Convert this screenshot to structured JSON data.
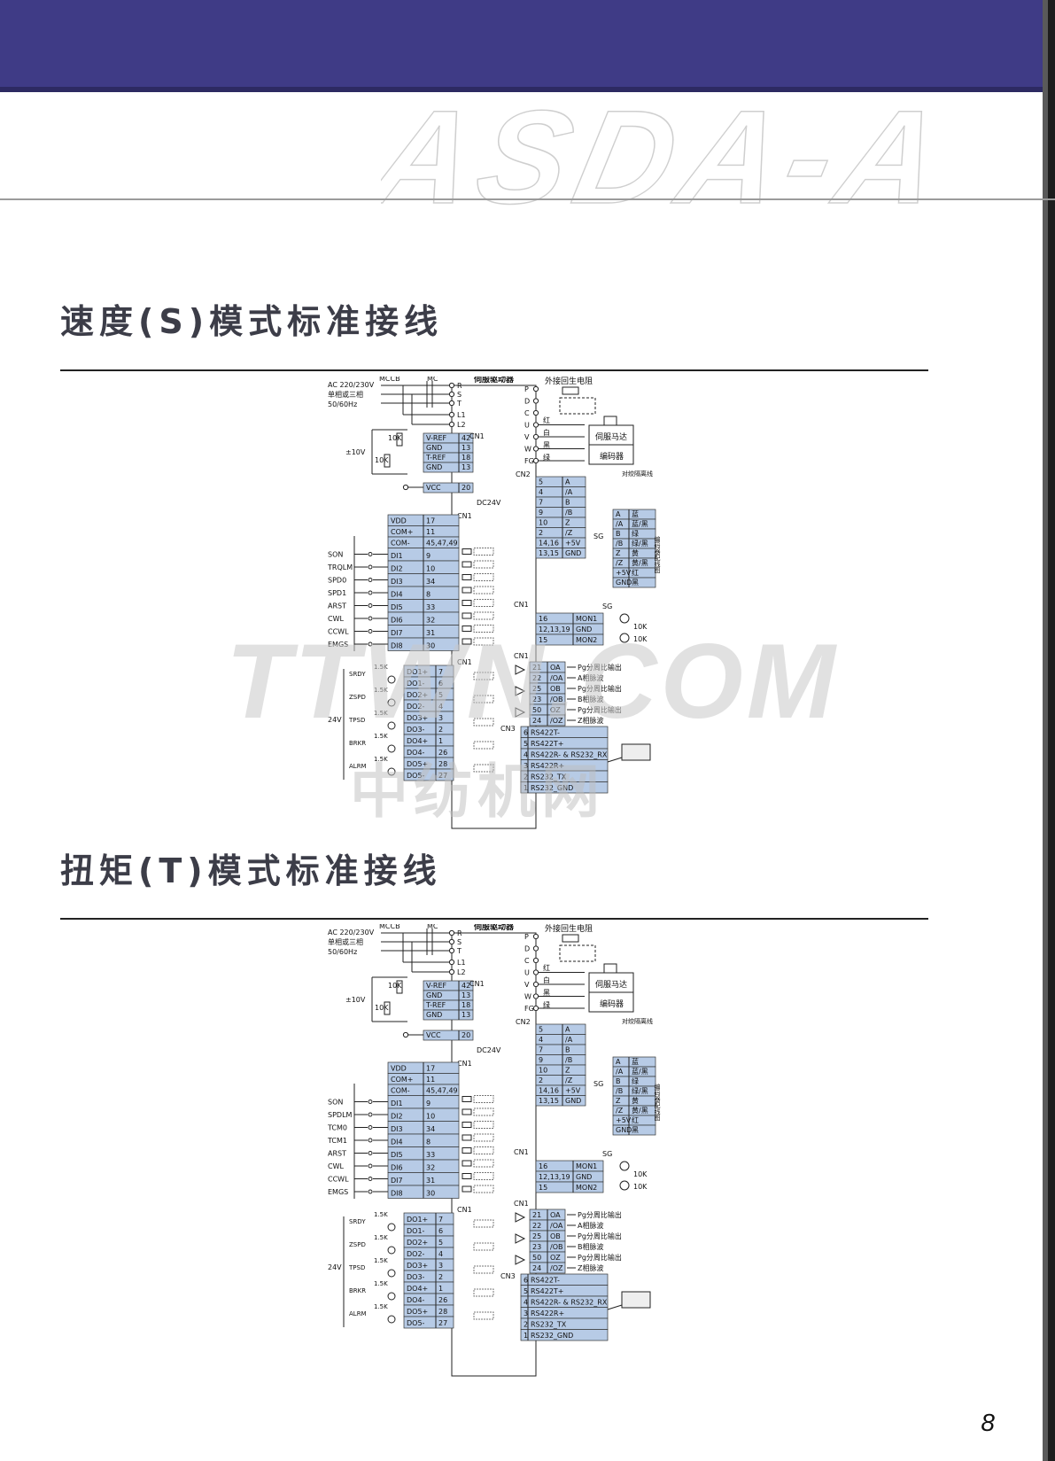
{
  "header": {
    "band_color": "#3f3b86",
    "logo_text": "ASDA-A"
  },
  "sections": [
    {
      "title": "速度(S)模式标准接线"
    },
    {
      "title": "扭矩(T)模式标准接线"
    }
  ],
  "watermark": {
    "latin": "TTWN.COM",
    "chinese": "中纺机网"
  },
  "page_number": "8",
  "diagram_common": {
    "driver_label": "伺服驱动器",
    "mccb": "MCCB",
    "mc": "MC",
    "supply": [
      "AC 220/230V",
      "单相或三相",
      "50/60Hz"
    ],
    "power_terminals": [
      "R",
      "S",
      "T",
      "L1",
      "L2"
    ],
    "regen_label": "外接回生电阻",
    "out_terminals": [
      "P",
      "D",
      "C",
      "U",
      "V",
      "W",
      "FG"
    ],
    "wire_colors": [
      "红",
      "白",
      "黑",
      "绿"
    ],
    "motor_label": "伺服马达",
    "encoder_label": "编码器",
    "twisted_label": "对绞隔离线",
    "sg_label": "SG",
    "cn1": "CN1",
    "cn2": "CN2",
    "cn3": "CN3",
    "dc24v": "DC24V",
    "pot10v": "±10V",
    "pot10k": "10K",
    "r15k": "1.5K",
    "v24": "24V",
    "analog_rows": [
      [
        "V-REF",
        "42"
      ],
      [
        "GND",
        "13"
      ],
      [
        "T-REF",
        "18"
      ],
      [
        "GND",
        "13"
      ]
    ],
    "vcc_row": [
      "VCC",
      "20"
    ],
    "com_rows": [
      [
        "VDD",
        "17"
      ],
      [
        "COM+",
        "11"
      ],
      [
        "COM-",
        "45,47,49"
      ]
    ],
    "di_rows": [
      [
        "DI1",
        "9"
      ],
      [
        "DI2",
        "10"
      ],
      [
        "DI3",
        "34"
      ],
      [
        "DI4",
        "8"
      ],
      [
        "DI5",
        "33"
      ],
      [
        "DI6",
        "32"
      ],
      [
        "DI7",
        "31"
      ],
      [
        "DI8",
        "30"
      ]
    ],
    "do_rows": [
      [
        "DO1+",
        "7"
      ],
      [
        "DO1-",
        "6"
      ],
      [
        "DO2+",
        "5"
      ],
      [
        "DO2-",
        "4"
      ],
      [
        "DO3+",
        "3"
      ],
      [
        "DO3-",
        "2"
      ],
      [
        "DO4+",
        "1"
      ],
      [
        "DO4-",
        "26"
      ],
      [
        "DO5+",
        "28"
      ],
      [
        "DO5-",
        "27"
      ]
    ],
    "do_labels": [
      "SRDY",
      "ZSPD",
      "TPSD",
      "BRKR",
      "ALRM"
    ],
    "cn2_rows": [
      [
        "5",
        "A"
      ],
      [
        "4",
        "/A"
      ],
      [
        "7",
        "B"
      ],
      [
        "9",
        "/B"
      ],
      [
        "10",
        "Z"
      ],
      [
        "2",
        "/Z"
      ],
      [
        "14,16",
        "+5V"
      ],
      [
        "13,15",
        "GND"
      ]
    ],
    "enc_rows": [
      [
        "A",
        "蓝"
      ],
      [
        "/A",
        "蓝/黑"
      ],
      [
        "B",
        "绿"
      ],
      [
        "/B",
        "绿/黑"
      ],
      [
        "Z",
        "黄"
      ],
      [
        "/Z",
        "黄/黑"
      ],
      [
        "+5V",
        "红"
      ],
      [
        "GND",
        "黑"
      ]
    ],
    "enc_side": "编码器配线图",
    "mon_rows": [
      [
        "16",
        "MON1"
      ],
      [
        "12,13,19",
        "GND"
      ],
      [
        "15",
        "MON2"
      ]
    ],
    "pulse_rows": [
      [
        "21",
        "OA"
      ],
      [
        "22",
        "/OA"
      ],
      [
        "25",
        "OB"
      ],
      [
        "23",
        "/OB"
      ],
      [
        "50",
        "OZ"
      ],
      [
        "24",
        "/OZ"
      ]
    ],
    "pulse_labels": [
      "Pg分周比输出",
      "A相脉波",
      "Pg分周比输出",
      "B相脉波",
      "Pg分周比输出",
      "Z相脉波"
    ],
    "rs_rows": [
      [
        "6",
        "RS422T-"
      ],
      [
        "5",
        "RS422T+"
      ],
      [
        "4",
        "RS422R- & RS232_RX"
      ],
      [
        "3",
        "RS422R+"
      ],
      [
        "2",
        "RS232_TX"
      ],
      [
        "1",
        "RS232_GND"
      ]
    ]
  },
  "diagram_speed": {
    "di_labels": [
      "SON",
      "TRQLM",
      "SPD0",
      "SPD1",
      "ARST",
      "CWL",
      "CCWL",
      "EMGS"
    ]
  },
  "diagram_torque": {
    "di_labels": [
      "SON",
      "SPDLM",
      "TCM0",
      "TCM1",
      "ARST",
      "CWL",
      "CCWL",
      "EMGS"
    ]
  }
}
